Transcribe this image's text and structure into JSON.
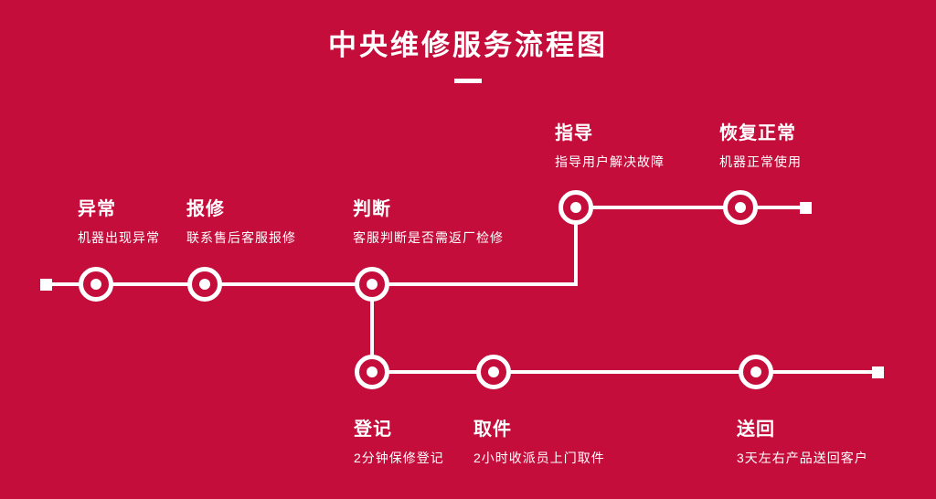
{
  "title": "中央维修服务流程图",
  "colors": {
    "background": "#c40d3b",
    "foreground": "#ffffff"
  },
  "nodes": [
    {
      "label": "异常",
      "desc": "机器出现异常"
    },
    {
      "label": "报修",
      "desc": "联系售后客服报修"
    },
    {
      "label": "判断",
      "desc": "客服判断是否需返厂检修"
    },
    {
      "label": "指导",
      "desc": "指导用户解决故障"
    },
    {
      "label": "恢复正常",
      "desc": "机器正常使用"
    },
    {
      "label": "登记",
      "desc": "2分钟保修登记"
    },
    {
      "label": "取件",
      "desc": "2小时收派员上门取件"
    },
    {
      "label": "送回",
      "desc": "3天左右产品送回客户"
    }
  ]
}
